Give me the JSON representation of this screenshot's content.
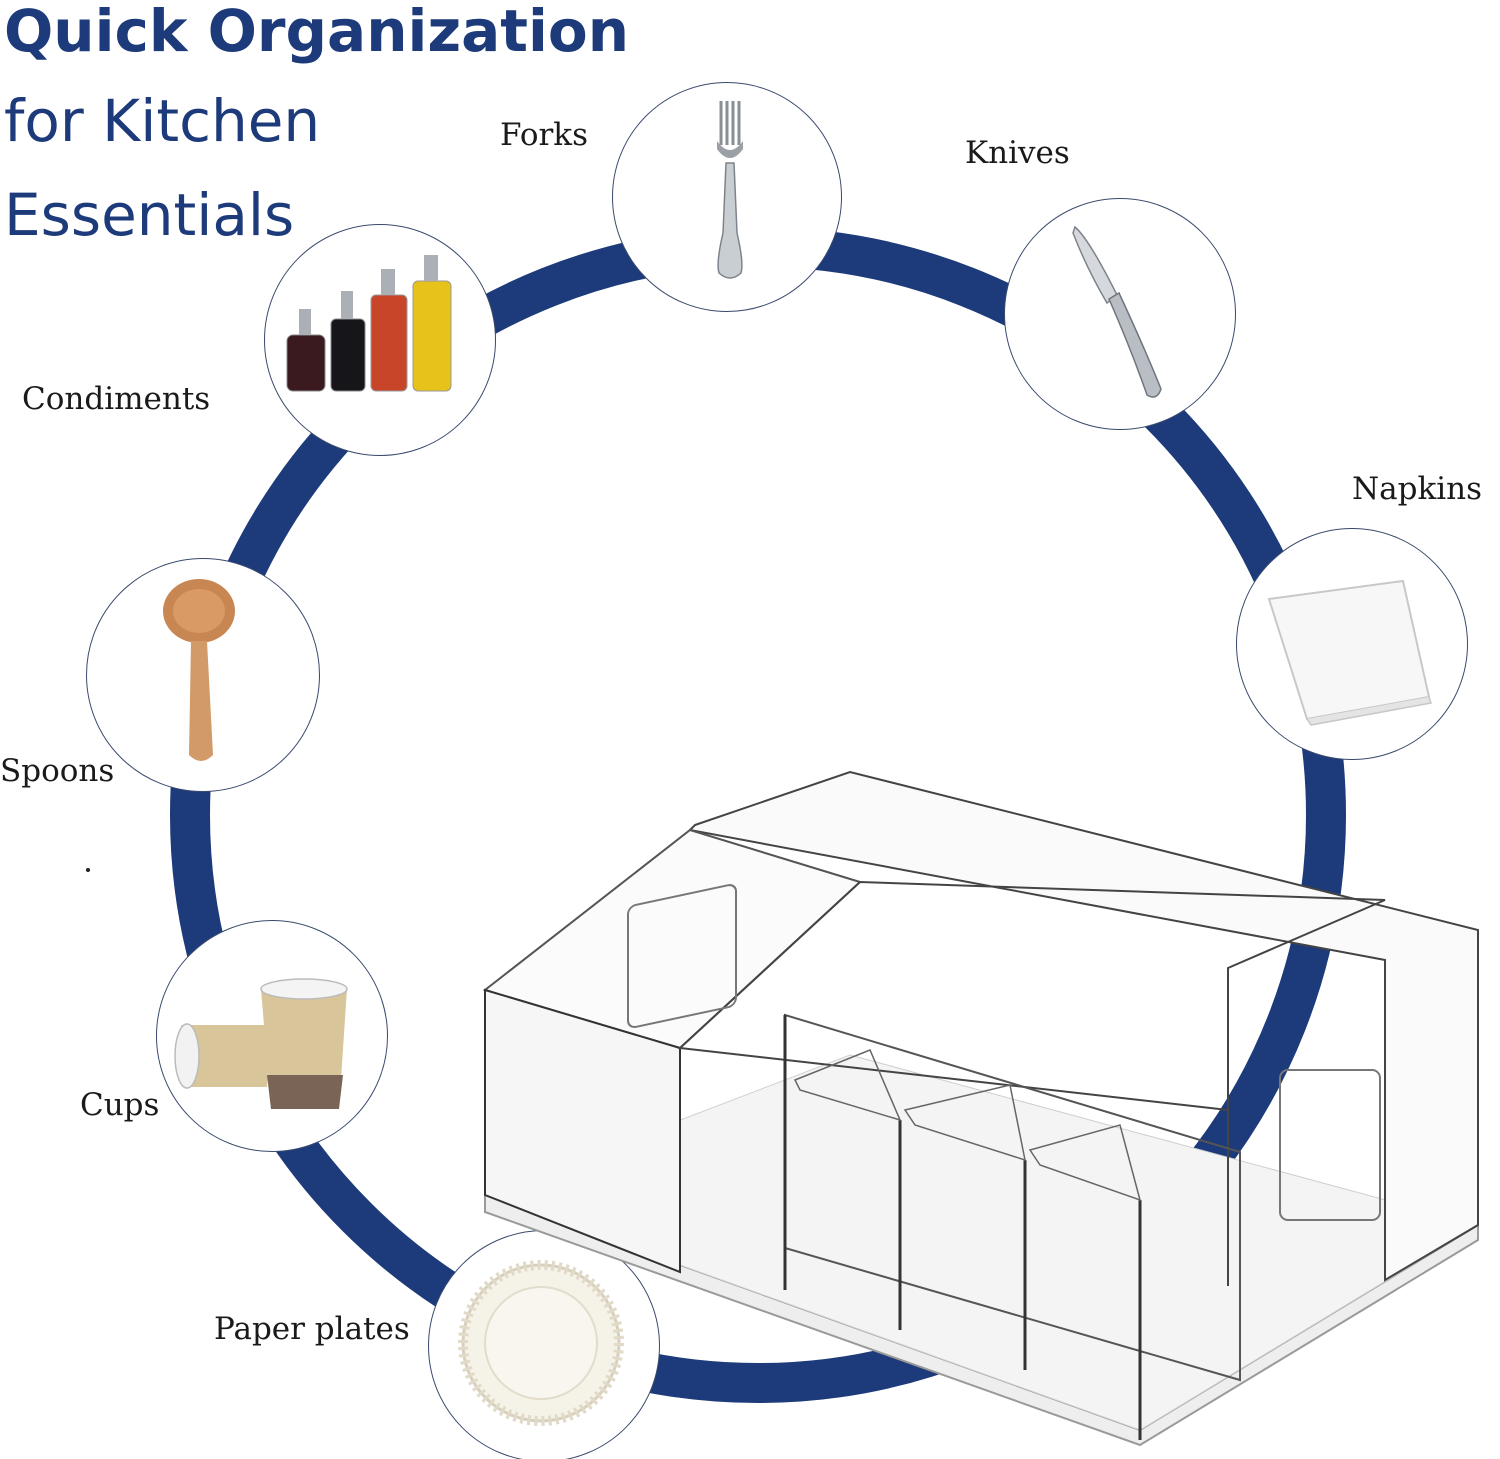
{
  "headline": {
    "line1": "Quick Organization",
    "line2": "for Kitchen",
    "line3": "Essentials"
  },
  "colors": {
    "ring": "#1d3b7a",
    "headline": "#1d3b7a",
    "label": "#1a1a1a"
  },
  "items": {
    "forks": {
      "label": "Forks",
      "icon": "fork-icon"
    },
    "knives": {
      "label": "Knives",
      "icon": "knife-icon"
    },
    "napkins": {
      "label": "Napkins",
      "icon": "napkin-icon"
    },
    "condiments": {
      "label": "Condiments",
      "icon": "condiment-bottles-icon"
    },
    "spoons": {
      "label": "Spoons",
      "icon": "wooden-spoon-icon"
    },
    "cups": {
      "label": "Cups",
      "icon": "paper-cups-icon"
    },
    "plates": {
      "label": "Paper plates",
      "icon": "paper-plate-icon"
    }
  },
  "product": {
    "icon": "acrylic-organizer-icon"
  }
}
